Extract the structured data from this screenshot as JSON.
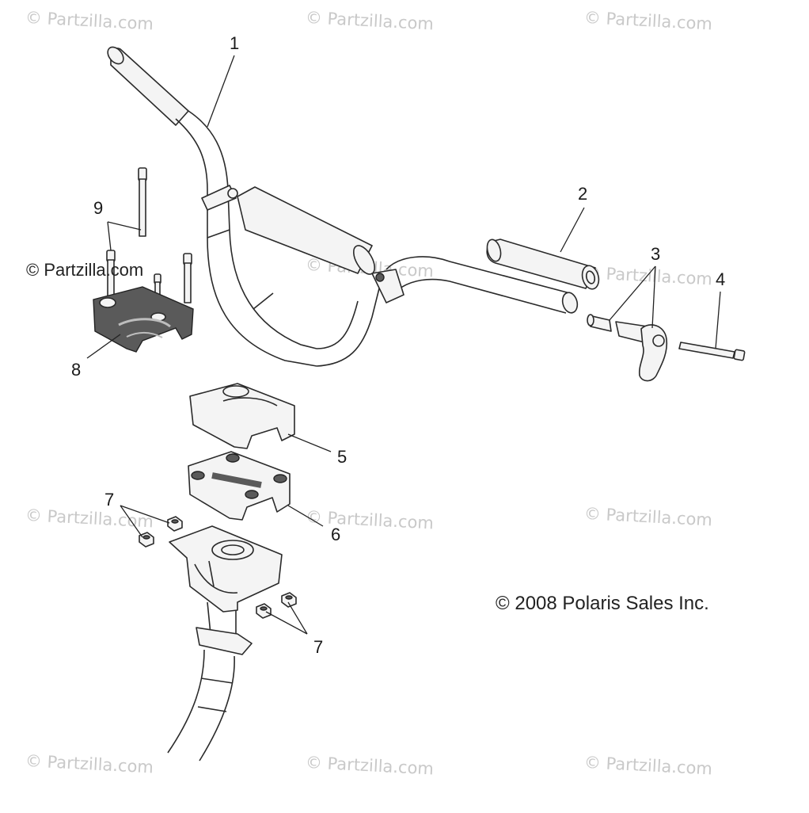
{
  "watermark": {
    "text": "© Partzilla.com"
  },
  "logo": {
    "text": "© Partzilla.com"
  },
  "copyright": {
    "text": "© 2008 Polaris Sales Inc."
  },
  "callouts": [
    {
      "id": "c1",
      "label": "1"
    },
    {
      "id": "c2",
      "label": "2"
    },
    {
      "id": "c3",
      "label": "3"
    },
    {
      "id": "c4",
      "label": "4"
    },
    {
      "id": "c5",
      "label": "5"
    },
    {
      "id": "c6",
      "label": "6"
    },
    {
      "id": "c7a",
      "label": "7"
    },
    {
      "id": "c7b",
      "label": "7"
    },
    {
      "id": "c8",
      "label": "8"
    },
    {
      "id": "c9",
      "label": "9"
    }
  ],
  "colors": {
    "line": "#2a2a2a",
    "watermark": "#c9c9c9",
    "shade": "#5a5a5a"
  }
}
